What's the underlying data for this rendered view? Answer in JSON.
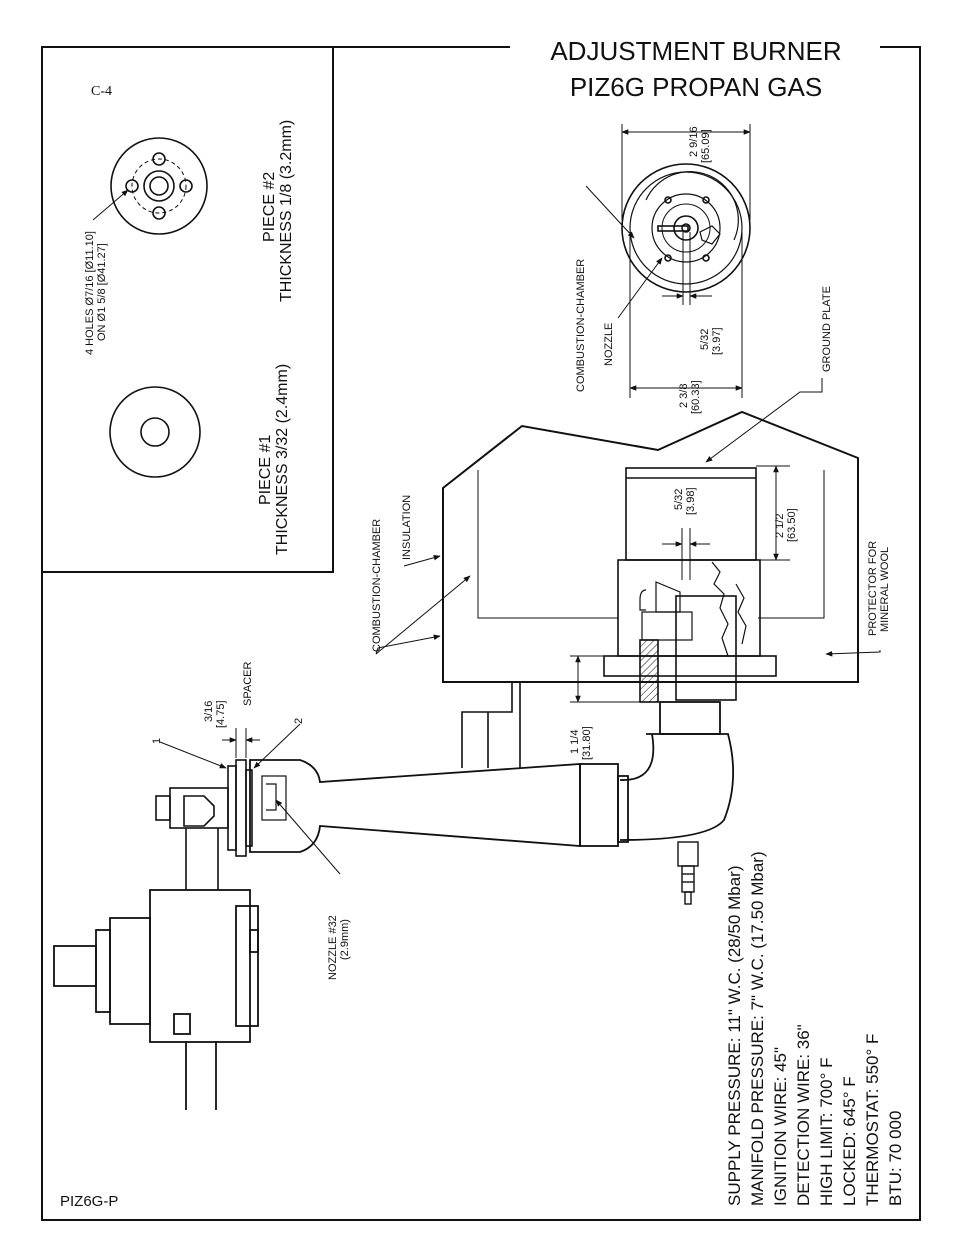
{
  "title": {
    "line1": "ADJUSTMENT BURNER",
    "line2": "PIZ6G PROPAN GAS"
  },
  "inset": {
    "ref_code": "C-4",
    "piece2": {
      "name": "PIECE #2",
      "thickness": "THICKNESS 1/8 (3.2mm)",
      "holes_line1": "4 HOLES Ø7/16 [Ø11.10]",
      "holes_line2": "ON Ø1 5/8 [Ø41.27]"
    },
    "piece1": {
      "name": "PIECE #1",
      "thickness": "THICKNESS 3/32 (2.4mm)"
    }
  },
  "top_view": {
    "dim_outer": "2 9/16",
    "dim_outer_mm": "[65.09]",
    "dim_inner": "2 3/8",
    "dim_inner_mm": "[60.33]",
    "dim_nozzle": "5/32",
    "dim_nozzle_mm": "[3.97]",
    "label_chamber": "COMBUSTION-CHAMBER",
    "label_nozzle": "NOZZLE",
    "label_ground": "GROUND PLATE"
  },
  "side_view": {
    "label_chamber": "COMBUSTION-CHAMBER",
    "label_insulation": "INSULATION",
    "dim_gap": "5/32",
    "dim_gap_mm": "[3.98]",
    "dim_height": "2 1/2",
    "dim_height_mm": "[63.50]",
    "label_protector_1": "PROTECTOR FOR",
    "label_protector_2": "MINERAL WOOL",
    "dim_base": "1 1/4",
    "dim_base_mm": "[31.80]",
    "dim_spacer": "3/16",
    "dim_spacer_mm": "[4.75]",
    "label_spacer": "SPACER",
    "callout_1": "1",
    "callout_2": "2",
    "nozzle_line1": "NOZZLE #32",
    "nozzle_line2": "(2.9mm)"
  },
  "specs": [
    "SUPPLY PRESSURE: 11\" W.C. (28/50 Mbar)",
    "MANIFOLD PRESSURE: 7\" W.C. (17.50 Mbar)",
    "IGNITION WIRE: 45\"",
    "DETECTION WIRE: 36\"",
    "HIGH LIMIT: 700° F",
    "LOCKED: 645° F",
    "THERMOSTAT: 550° F",
    "BTU: 70 000"
  ],
  "footer_code": "PIZ6G-P"
}
